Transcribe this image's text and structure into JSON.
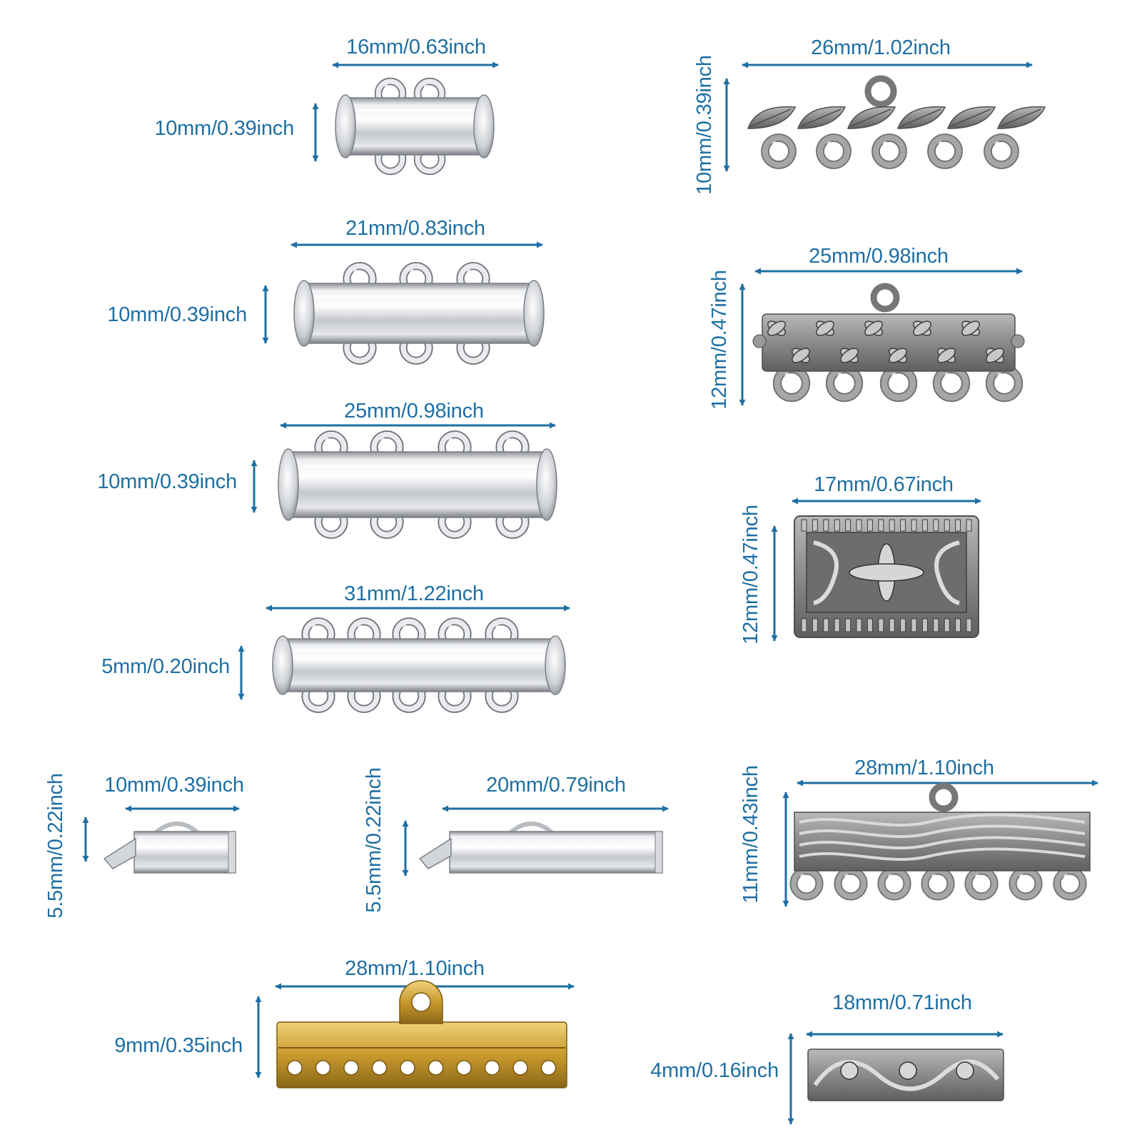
{
  "colors": {
    "dimension": "#1e6fa3",
    "silver_metal": "#c9ccd0",
    "antique_metal": "#8e8e8e",
    "gold_metal": "#c9a032"
  },
  "items": [
    {
      "id": "slide-clasp-2",
      "type": "silver slide tube clasp, 2 strand",
      "width": "16mm/0.63inch",
      "height": "10mm/0.39inch"
    },
    {
      "id": "slide-clasp-3",
      "type": "silver slide tube clasp, 3 strand",
      "width": "21mm/0.83inch",
      "height": "10mm/0.39inch"
    },
    {
      "id": "slide-clasp-4",
      "type": "silver slide tube clasp, 4 strand",
      "width": "25mm/0.98inch",
      "height": "10mm/0.39inch"
    },
    {
      "id": "slide-clasp-5",
      "type": "silver slide tube clasp, 5 strand",
      "width": "31mm/1.22inch",
      "height": "5mm/0.20inch"
    },
    {
      "id": "end-bar-short",
      "type": "silver slide-on end bar, short",
      "width": "10mm/0.39inch",
      "height": "5.5mm/0.22inch"
    },
    {
      "id": "end-bar-long",
      "type": "silver slide-on end bar, long",
      "width": "20mm/0.79inch",
      "height": "5.5mm/0.22inch"
    },
    {
      "id": "gold-connector",
      "type": "gold multi-strand connector, 9 holes",
      "width": "28mm/1.10inch",
      "height": "9mm/0.35inch"
    },
    {
      "id": "leaf-connector",
      "type": "antique leaf chandelier connector, 5 loops",
      "width": "26mm/1.02inch",
      "height": "10mm/0.39inch"
    },
    {
      "id": "flower-connector",
      "type": "antique flower chandelier connector, 5 loops",
      "width": "25mm/0.98inch",
      "height": "12mm/0.47inch"
    },
    {
      "id": "filigree-tube",
      "type": "antique filigree tube bead",
      "width": "17mm/0.67inch",
      "height": "12mm/0.47inch"
    },
    {
      "id": "wave-connector",
      "type": "antique wave-pattern connector, 7 loops",
      "width": "28mm/1.10inch",
      "height": "11mm/0.43inch"
    },
    {
      "id": "scroll-tube",
      "type": "antique scroll tube bead",
      "width": "18mm/0.71inch",
      "height": "4mm/0.16inch"
    }
  ]
}
